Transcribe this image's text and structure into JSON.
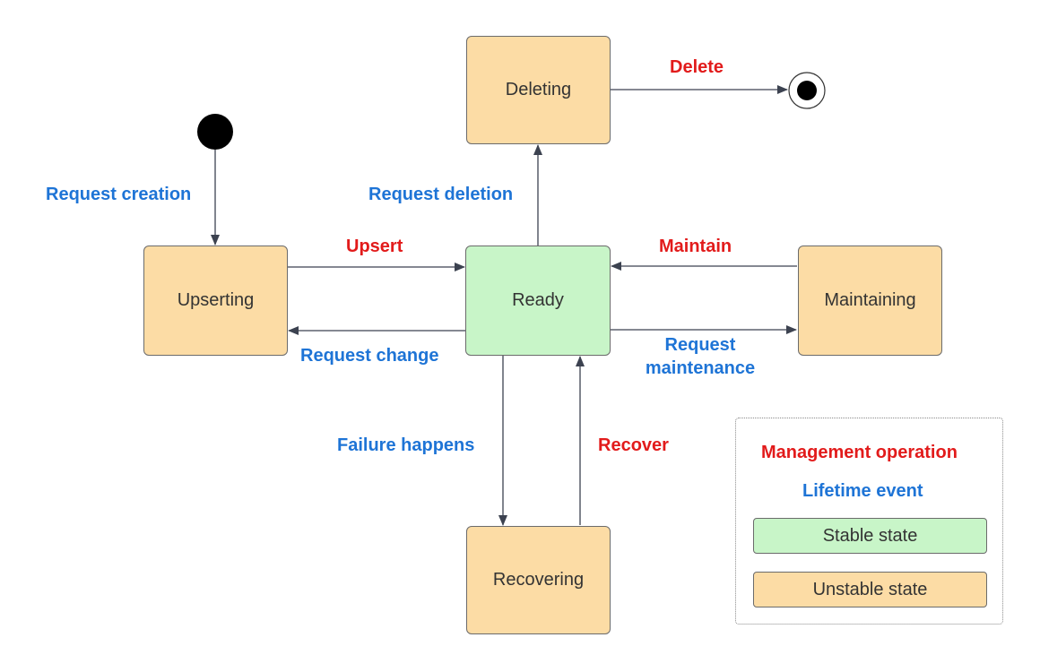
{
  "states": {
    "deleting": "Deleting",
    "upserting": "Upserting",
    "ready": "Ready",
    "maintaining": "Maintaining",
    "recovering": "Recovering"
  },
  "transitions": {
    "delete": "Delete",
    "request_creation": "Request creation",
    "request_deletion": "Request deletion",
    "upsert": "Upsert",
    "maintain": "Maintain",
    "request_change": "Request change",
    "request_maintenance_line1": "Request",
    "request_maintenance_line2": "maintenance",
    "failure_happens": "Failure happens",
    "recover": "Recover"
  },
  "legend": {
    "management_operation": "Management operation",
    "lifetime_event": "Lifetime event",
    "stable_state": "Stable state",
    "unstable_state": "Unstable state"
  },
  "colors": {
    "management_operation": "#e21b1b",
    "lifetime_event": "#1e74d6",
    "stable_state": "#c8f5c8",
    "unstable_state": "#fcdca5"
  }
}
